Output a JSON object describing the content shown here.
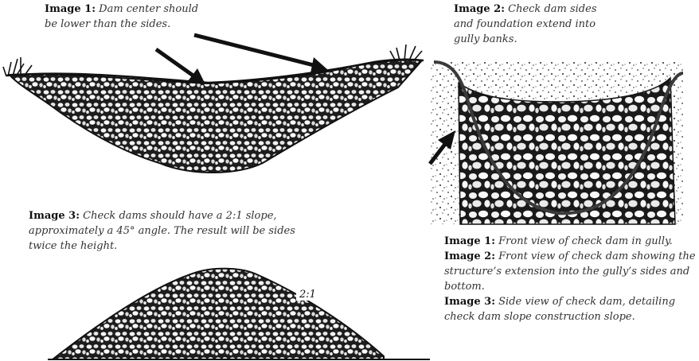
{
  "captions": {
    "image1": {
      "label": "Image 1:",
      "text": "Dam center should be lower than the sides."
    },
    "image2": {
      "label": "Image 2:",
      "text": "Check dam sides and foundation extend into gully banks."
    },
    "image3": {
      "label": "Image 3:",
      "text": "Check dams should have a 2:1 slope, approximately a 45° angle.  The result will be sides twice the height."
    }
  },
  "legend": [
    {
      "label": "Image 1:",
      "text": "Front view of check dam in gully."
    },
    {
      "label": "Image 2:",
      "text": "Front view of check dam showing the structure’s extension into the gully’s sides and bottom."
    },
    {
      "label": "Image 3:",
      "text": "Side view of check dam, detailing check dam slope construction slope."
    }
  ],
  "slope_label": "2:1"
}
